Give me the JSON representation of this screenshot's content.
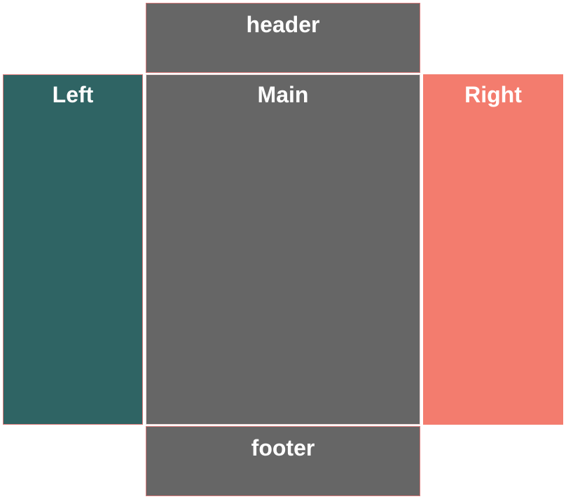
{
  "layout": {
    "header": {
      "label": "header",
      "color": "#666666"
    },
    "left": {
      "label": "Left",
      "color": "#2f6464"
    },
    "main": {
      "label": "Main",
      "color": "#666666"
    },
    "right": {
      "label": "Right",
      "color": "#f37c6e"
    },
    "footer": {
      "label": "footer",
      "color": "#666666"
    }
  }
}
